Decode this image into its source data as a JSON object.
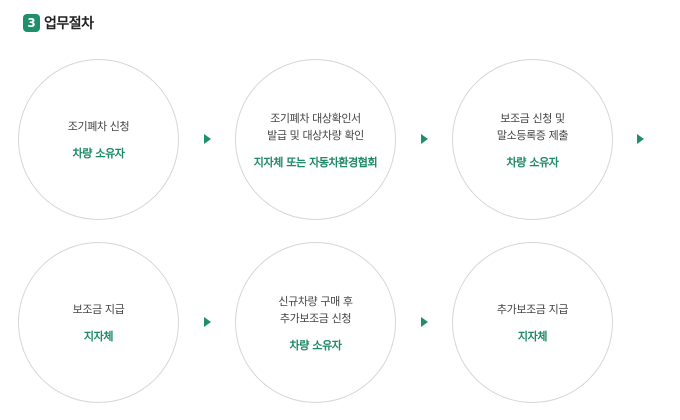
{
  "section": {
    "number": "3",
    "title": "업무절차"
  },
  "colors": {
    "accent": "#1e8f6a",
    "circle_border": "#d6d6d6",
    "text": "#444444"
  },
  "steps": [
    {
      "desc": "조기폐차 신청",
      "actor": "차량 소유자"
    },
    {
      "desc": "조기폐차 대상확인서\n발급 및 대상차량 확인",
      "actor": "지자체 또는 자동차환경협회"
    },
    {
      "desc": "보조금 신청 및\n말소등록증 제출",
      "actor": "차량 소유자"
    },
    {
      "desc": "보조금 지급",
      "actor": "지자체"
    },
    {
      "desc": "신규차량 구매 후\n추가보조금 신청",
      "actor": "차량 소유자"
    },
    {
      "desc": "추가보조금 지급",
      "actor": "지자체"
    }
  ],
  "arrow_icon": "triangle-right"
}
